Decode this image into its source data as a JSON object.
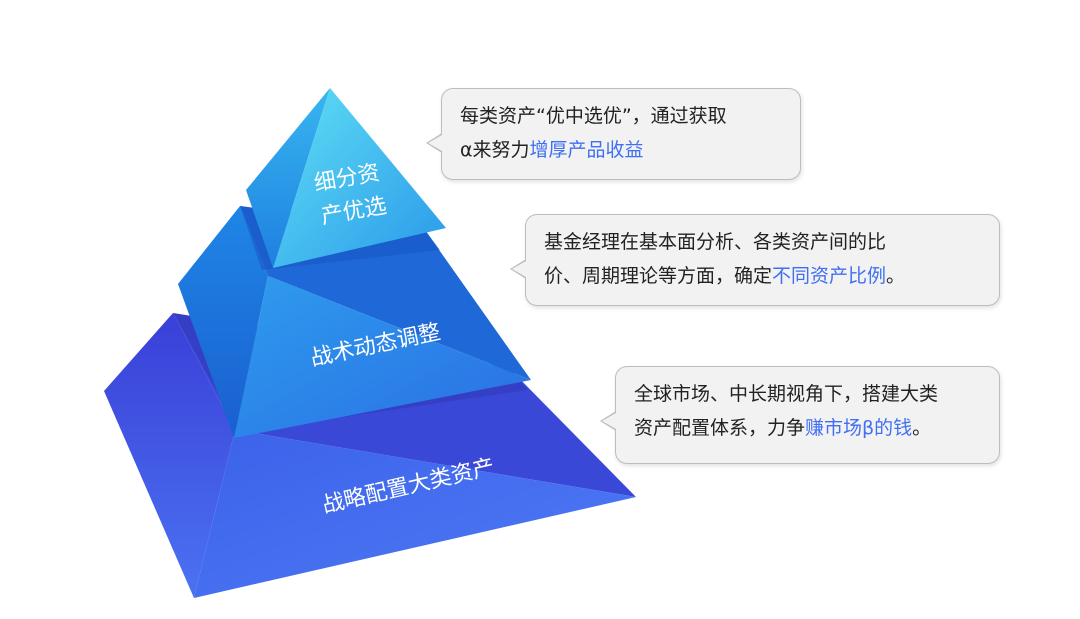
{
  "tiers": [
    {
      "id": "top",
      "label_line1": "细分资",
      "label_line2": "产优选"
    },
    {
      "id": "middle",
      "label": "战术动态调整"
    },
    {
      "id": "bottom",
      "label": "战略配置大类资产"
    }
  ],
  "callouts": [
    {
      "id": "top",
      "line1": "每类资产“优中选优”，通过获取",
      "line2_prefix": "α来努力",
      "line2_highlight": "增厚产品收益",
      "line2_suffix": ""
    },
    {
      "id": "middle",
      "line1": "基金经理在基本面分析、各类资产间的比",
      "line2_prefix": "价、周期理论等方面，确定",
      "line2_highlight": "不同资产比例",
      "line2_suffix": "。"
    },
    {
      "id": "bottom",
      "line1": "全球市场、中长期视角下，搭建大类",
      "line2_prefix": "资产配置体系，力争",
      "line2_highlight": "赚市场β的钱",
      "line2_suffix": "。"
    }
  ],
  "colors": {
    "highlight": "#3f6ff2",
    "callout_bg": "#f2f2f2",
    "callout_border": "#bdbdbd",
    "tier_top": "#2fa0ee",
    "tier_middle": "#2a7fe6",
    "tier_bottom": "#3f5de8"
  }
}
